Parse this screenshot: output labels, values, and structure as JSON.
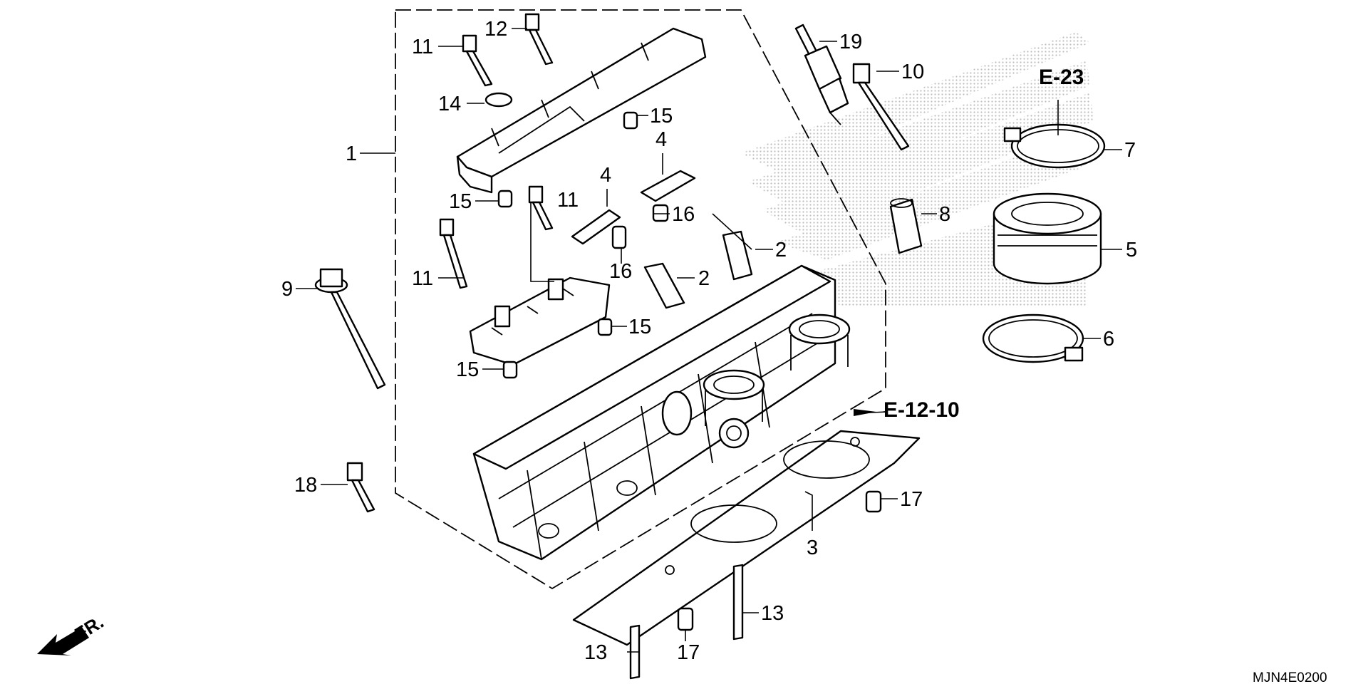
{
  "diagram": {
    "callouts": {
      "c1": "1",
      "c2a": "2",
      "c2b": "2",
      "c3": "3",
      "c4a": "4",
      "c4b": "4",
      "c5": "5",
      "c6": "6",
      "c7": "7",
      "c8": "8",
      "c9": "9",
      "c10": "10",
      "c11a": "11",
      "c11b": "11",
      "c11c": "11",
      "c12": "12",
      "c13a": "13",
      "c13b": "13",
      "c14": "14",
      "c15a": "15",
      "c15b": "15",
      "c15c": "15",
      "c15d": "15",
      "c16a": "16",
      "c16b": "16",
      "c17a": "17",
      "c17b": "17",
      "c18": "18",
      "c19": "19"
    },
    "refs": {
      "e23": "E-23",
      "e1210": "E-12-10"
    },
    "front_label": "FR.",
    "diagram_code": "MJN4E0200",
    "colors": {
      "line": "#000000",
      "background": "#ffffff",
      "watermark": "#c8c8c8"
    }
  }
}
